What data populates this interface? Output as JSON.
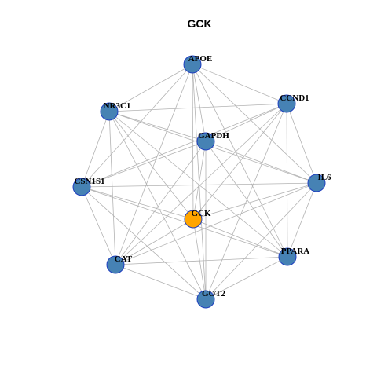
{
  "title": "GCK",
  "colors": {
    "default_node": "#4682b4",
    "hub_node": "#ffa500",
    "node_border": "#1f3fbf",
    "edge": "#b3b3b3"
  },
  "nodes": [
    {
      "id": "APOE",
      "label": "APOE",
      "hub": false
    },
    {
      "id": "CCND1",
      "label": "CCND1",
      "hub": false
    },
    {
      "id": "NR3C1",
      "label": "NR3C1",
      "hub": false
    },
    {
      "id": "GAPDH",
      "label": "GAPDH",
      "hub": false
    },
    {
      "id": "CSN1S1",
      "label": "CSN1S1",
      "hub": false
    },
    {
      "id": "IL6",
      "label": "IL6",
      "hub": false
    },
    {
      "id": "GCK",
      "label": "GCK",
      "hub": true
    },
    {
      "id": "PPARA",
      "label": "PPARA",
      "hub": false
    },
    {
      "id": "CAT",
      "label": "CAT",
      "hub": false
    },
    {
      "id": "GOT2",
      "label": "GOT2",
      "hub": false
    }
  ],
  "edges": [
    [
      "APOE",
      "CCND1"
    ],
    [
      "APOE",
      "NR3C1"
    ],
    [
      "APOE",
      "GAPDH"
    ],
    [
      "APOE",
      "IL6"
    ],
    [
      "APOE",
      "GCK"
    ],
    [
      "APOE",
      "PPARA"
    ],
    [
      "APOE",
      "CAT"
    ],
    [
      "APOE",
      "GOT2"
    ],
    [
      "APOE",
      "CSN1S1"
    ],
    [
      "CCND1",
      "NR3C1"
    ],
    [
      "CCND1",
      "GAPDH"
    ],
    [
      "CCND1",
      "IL6"
    ],
    [
      "CCND1",
      "GCK"
    ],
    [
      "CCND1",
      "PPARA"
    ],
    [
      "CCND1",
      "CAT"
    ],
    [
      "CCND1",
      "GOT2"
    ],
    [
      "CCND1",
      "CSN1S1"
    ],
    [
      "NR3C1",
      "GAPDH"
    ],
    [
      "NR3C1",
      "IL6"
    ],
    [
      "NR3C1",
      "GCK"
    ],
    [
      "NR3C1",
      "PPARA"
    ],
    [
      "NR3C1",
      "CAT"
    ],
    [
      "NR3C1",
      "GOT2"
    ],
    [
      "NR3C1",
      "CSN1S1"
    ],
    [
      "GAPDH",
      "CSN1S1"
    ],
    [
      "GAPDH",
      "IL6"
    ],
    [
      "GAPDH",
      "GCK"
    ],
    [
      "GAPDH",
      "PPARA"
    ],
    [
      "GAPDH",
      "CAT"
    ],
    [
      "GAPDH",
      "GOT2"
    ],
    [
      "CSN1S1",
      "IL6"
    ],
    [
      "CSN1S1",
      "GCK"
    ],
    [
      "CSN1S1",
      "PPARA"
    ],
    [
      "CSN1S1",
      "CAT"
    ],
    [
      "CSN1S1",
      "GOT2"
    ],
    [
      "IL6",
      "GCK"
    ],
    [
      "IL6",
      "PPARA"
    ],
    [
      "IL6",
      "CAT"
    ],
    [
      "IL6",
      "GOT2"
    ],
    [
      "GCK",
      "PPARA"
    ],
    [
      "GCK",
      "GOT2"
    ],
    [
      "GCK",
      "CAT"
    ],
    [
      "PPARA",
      "CAT"
    ],
    [
      "PPARA",
      "GOT2"
    ],
    [
      "CAT",
      "GOT2"
    ]
  ]
}
